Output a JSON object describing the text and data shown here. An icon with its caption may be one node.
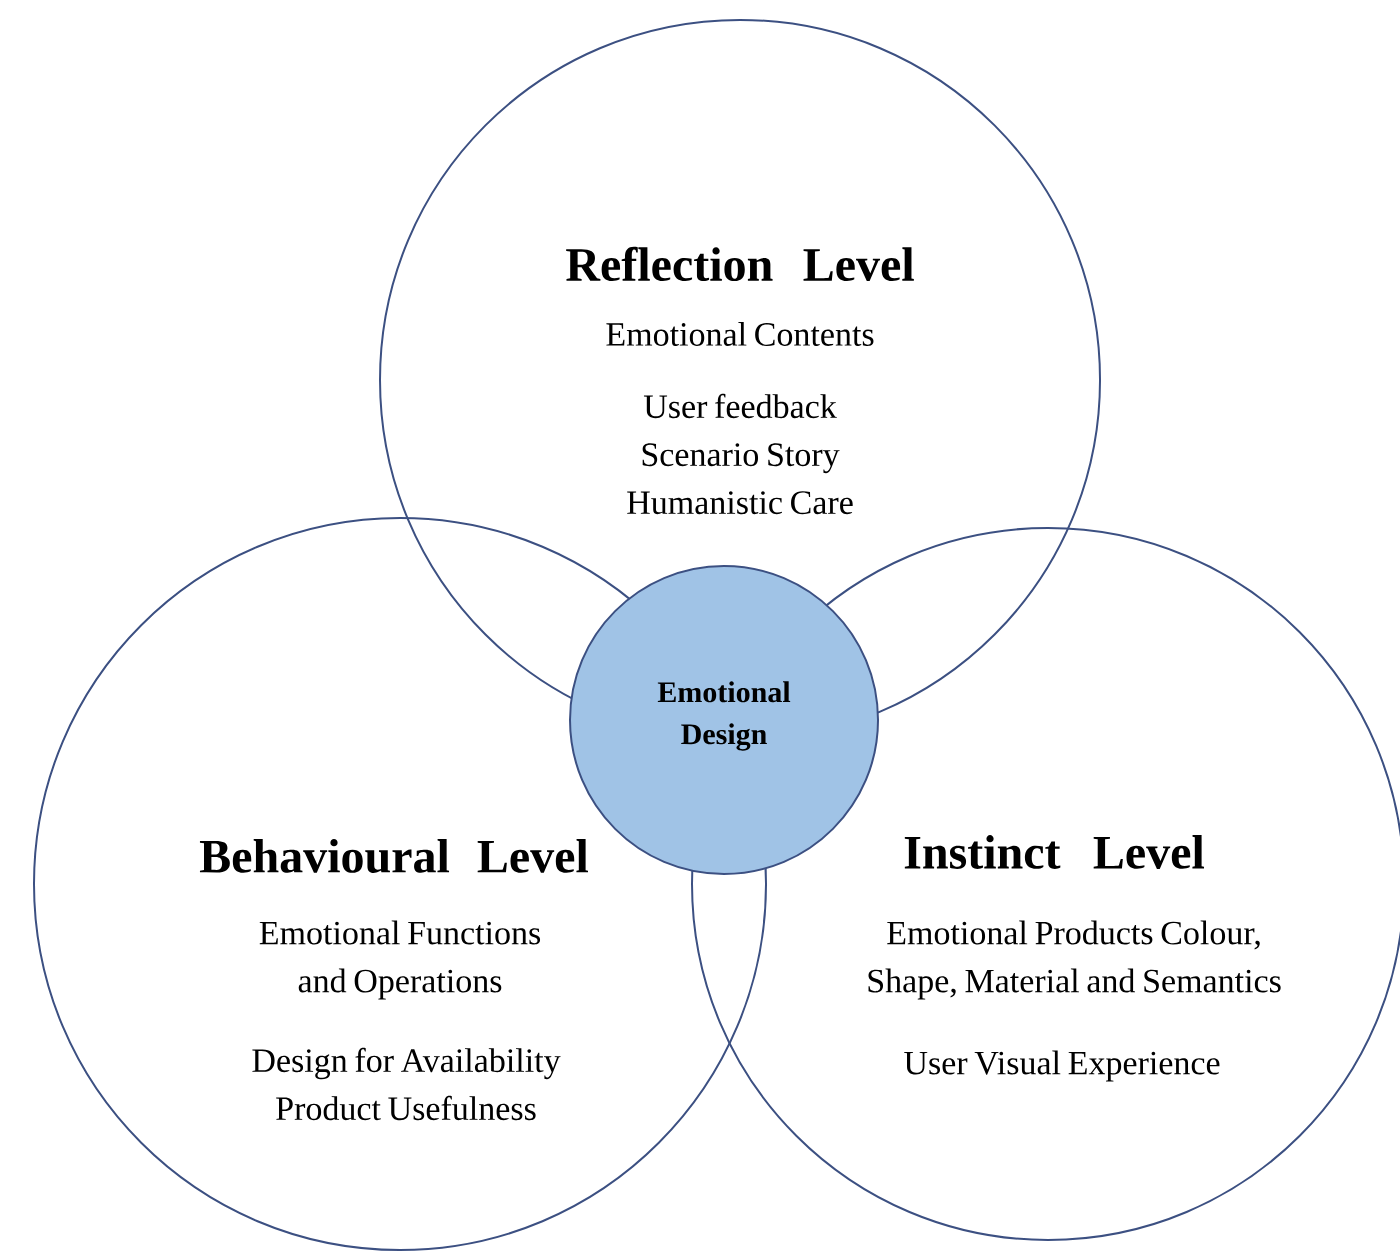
{
  "diagram": {
    "nodes": [
      {
        "text": [
          "Reflection Level",
          "Emotional Contents",
          "User feedback Scenario Story Humanistic Care"
        ]
      },
      {
        "text": [
          "Behavioural Level",
          "Emotional Functions and Operations",
          "Design for Availability Product Usefulness"
        ]
      },
      {
        "text": [
          "Instinct Level",
          "Emotional Products Colour, Shape, Material and Semantics",
          "User Visual Experience"
        ]
      },
      {
        "text": [
          "Emotional Design"
        ]
      }
    ]
  }
}
